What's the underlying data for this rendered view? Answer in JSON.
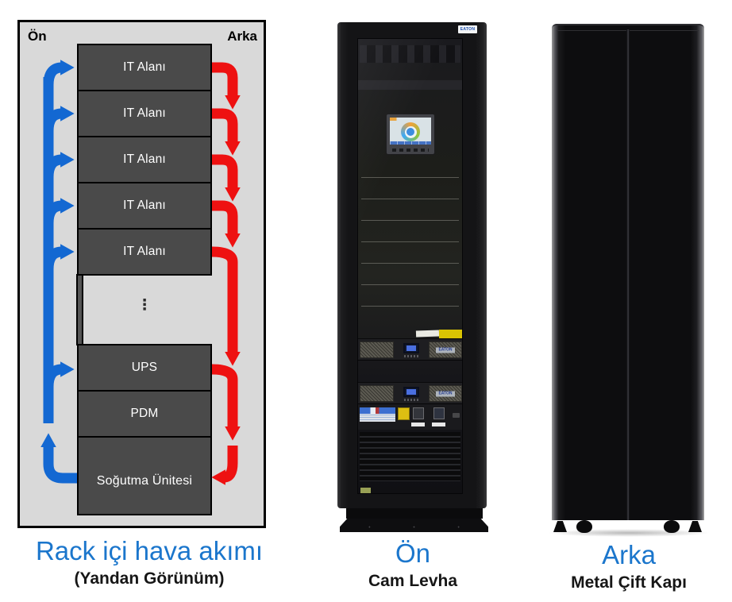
{
  "colors": {
    "cold_air_blue": "#1368d2",
    "hot_air_red": "#ee1111",
    "caption_blue": "#1b76cc",
    "panel_gray": "#d9d9d9",
    "box_gray": "#4a4a4a"
  },
  "diagram": {
    "front_label": "Ön",
    "back_label": "Arka",
    "it_boxes": [
      "IT Alanı",
      "IT Alanı",
      "IT Alanı",
      "IT Alanı",
      "IT Alanı"
    ],
    "ellipsis": "⋮",
    "ups_label": "UPS",
    "pdm_label": "PDM",
    "cooling_label": "Soğutma Ünitesi",
    "caption_title": "Rack içi hava akımı",
    "caption_subtitle": "(Yandan Görünüm)"
  },
  "front_photo": {
    "brand_logo": "EATON",
    "ups_brand": "EATON",
    "caption_title": "Ön",
    "caption_subtitle": "Cam Levha"
  },
  "back_photo": {
    "caption_title": "Arka",
    "caption_subtitle": "Metal Çift Kapı"
  }
}
